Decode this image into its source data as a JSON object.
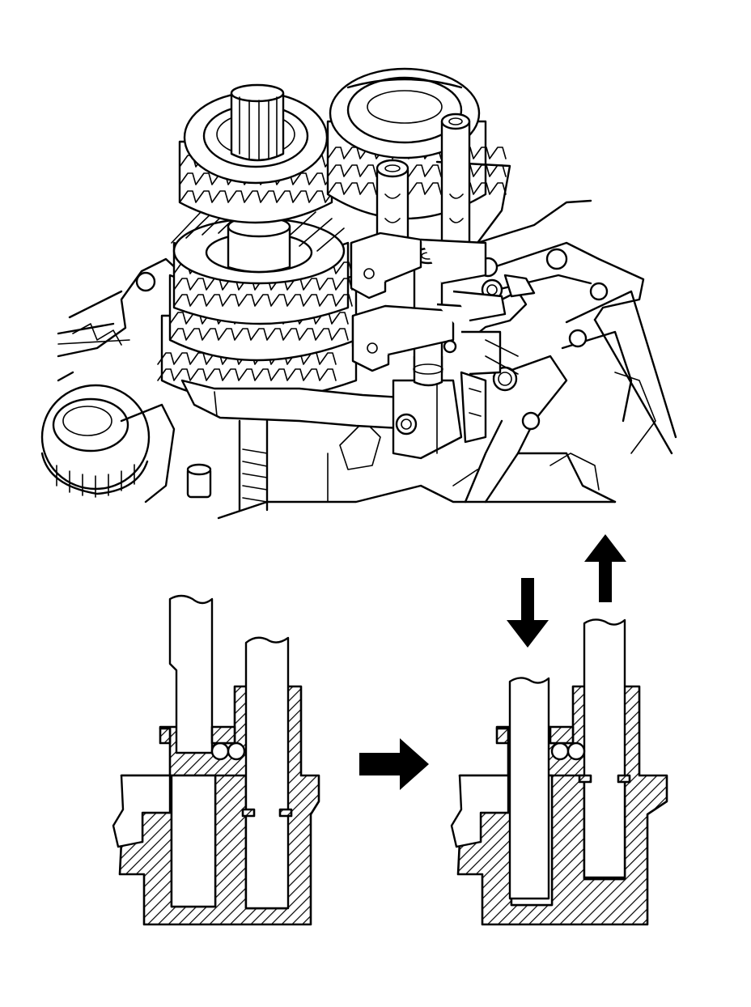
{
  "figure": {
    "upper_view": "transmission-gear-assembly-with-shift-rails",
    "lower_left_view": "shift-rail-sectional-before",
    "lower_right_view": "shift-rail-sectional-after",
    "transition_arrow": "arrow-right",
    "movement_arrows": [
      "arrow-down",
      "arrow-up"
    ],
    "colors": {
      "ink": "#000000",
      "paper": "#ffffff"
    }
  }
}
